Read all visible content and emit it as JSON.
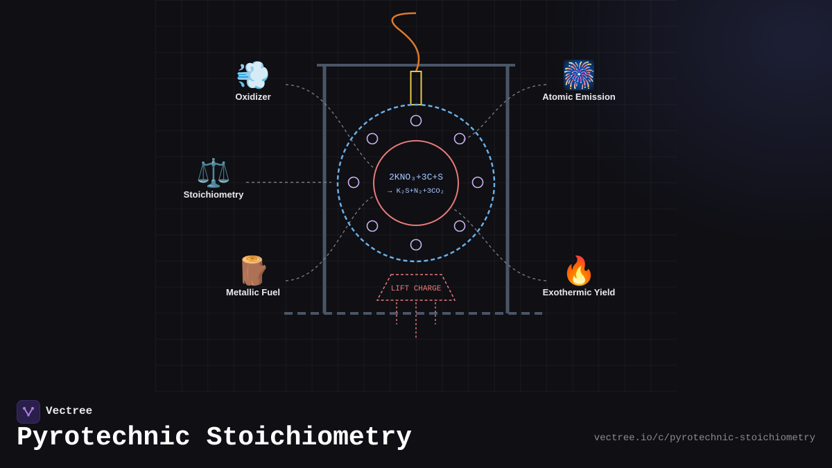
{
  "diagram": {
    "equation_line1": "2KNO₃+3C+S",
    "equation_line2": "→ K₂S+N₂+3CO₂",
    "lift_charge_label": "LIFT CHARGE",
    "nodes": {
      "oxidizer": {
        "icon": "dash-smoke-icon",
        "emoji": "💨",
        "label": "Oxidizer"
      },
      "atomic_emission": {
        "icon": "fireworks-icon",
        "emoji": "🎆",
        "label": "Atomic Emission"
      },
      "stoichiometry": {
        "icon": "balance-scale-icon",
        "emoji": "⚖️",
        "label": "Stoichiometry"
      },
      "metallic_fuel": {
        "icon": "wood-log-icon",
        "emoji": "🪵",
        "label": "Metallic Fuel"
      },
      "exothermic_yield": {
        "icon": "fire-icon",
        "emoji": "🔥",
        "label": "Exothermic Yield"
      }
    },
    "colors": {
      "frame": "#4a5566",
      "fuse": "#e07a2a",
      "fuse_holder": "#e6c84a",
      "shell": "#6ab0e8",
      "stars": "#c9b4f0",
      "core": "#e87a7a",
      "equation": "#a8c8ff",
      "lift_charge": "#e87a7a",
      "connectors": "#8a8a96"
    }
  },
  "footer": {
    "brand": "Vectree",
    "title": "Pyrotechnic Stoichiometry",
    "url": "vectree.io/c/pyrotechnic-stoichiometry"
  }
}
